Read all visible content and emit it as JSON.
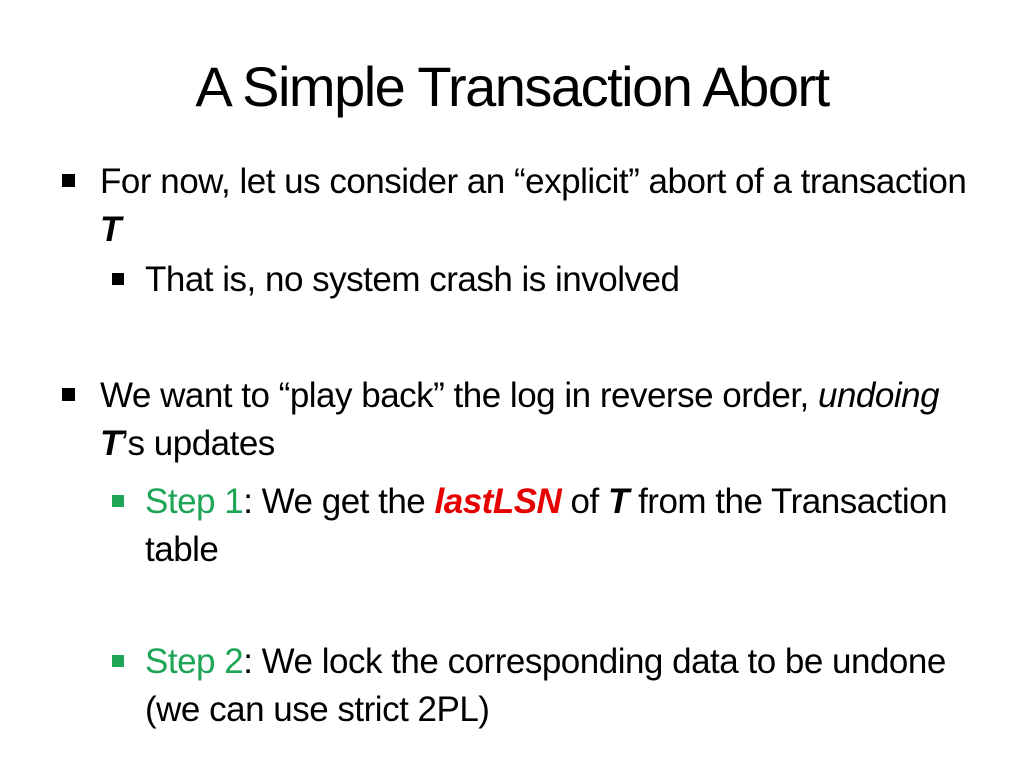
{
  "slide": {
    "title": "A Simple Transaction Abort",
    "colors": {
      "background": "#ffffff",
      "text": "#000000",
      "step_green": "#1ea555",
      "highlight_red": "#e60000"
    },
    "bullets": [
      {
        "level": 1,
        "marker": "black",
        "runs": [
          {
            "text": "For now, let us consider an “explicit” abort of a transaction "
          },
          {
            "text": "T",
            "style": "bold-italic"
          }
        ]
      },
      {
        "level": 2,
        "marker": "black",
        "runs": [
          {
            "text": "That is, no system crash is involved"
          }
        ]
      },
      {
        "level": 1,
        "marker": "black",
        "runs": [
          {
            "text": "We want to “play back” the log in reverse order, "
          },
          {
            "text": "undoing ",
            "style": "italic"
          },
          {
            "text": "T",
            "style": "bold-italic"
          },
          {
            "text": "’s updates"
          }
        ]
      },
      {
        "level": 2,
        "marker": "green",
        "runs": [
          {
            "text": "Step 1",
            "style": "green"
          },
          {
            "text": ": We get the "
          },
          {
            "text": "lastLSN",
            "style": "red-bold-italic"
          },
          {
            "text": " of "
          },
          {
            "text": "T",
            "style": "bold-italic"
          },
          {
            "text": " from the Transaction table"
          }
        ]
      },
      {
        "level": 2,
        "marker": "green",
        "runs": [
          {
            "text": "Step 2",
            "style": "green"
          },
          {
            "text": ": We lock the corresponding data to be undone (we can use strict 2PL)"
          }
        ]
      }
    ]
  }
}
